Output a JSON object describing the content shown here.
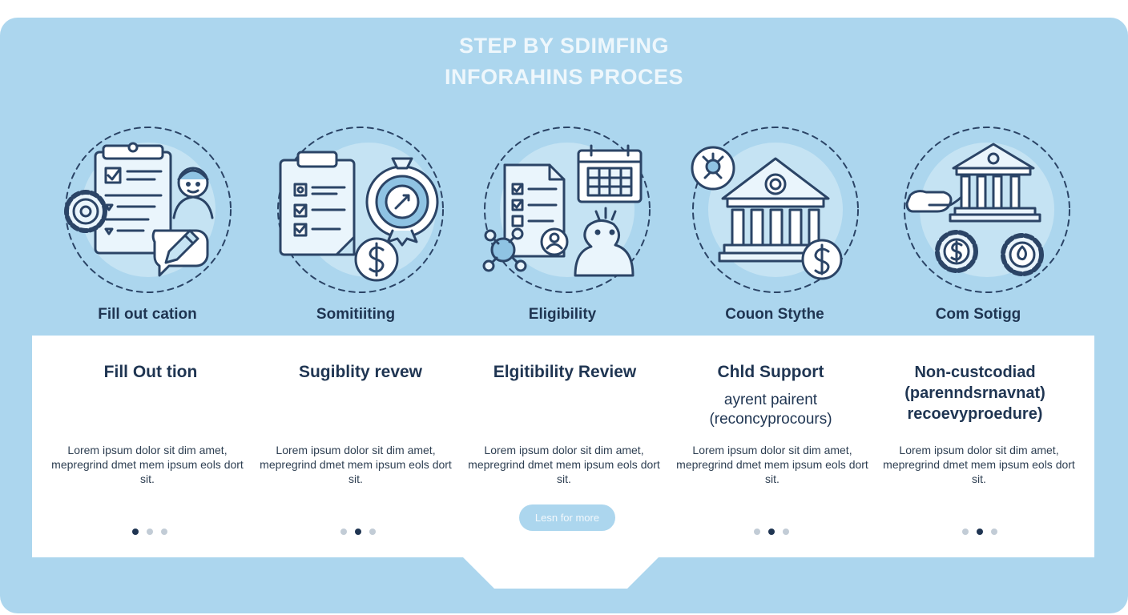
{
  "header": {
    "title_line1": "STEP BY SDIMFING",
    "title_line2": "INFORAHINS PROCES"
  },
  "colors": {
    "panel": "#acd6ee",
    "ink": "#1f3552",
    "title": "#eef7fc",
    "dot_active": "#1f3552",
    "dot_inactive": "#c2ccd6"
  },
  "steps": [
    {
      "label": "Fill out cation",
      "icon": "application-form-icon"
    },
    {
      "label": "Somitiiting",
      "icon": "submission-clipboard-icon"
    },
    {
      "label": "Eligibility",
      "icon": "eligibility-review-icon"
    },
    {
      "label": "Couon Stythe",
      "icon": "court-building-icon"
    },
    {
      "label": "Com Sotigg",
      "icon": "agency-collection-icon"
    }
  ],
  "columns": [
    {
      "title": "Fill Out tion",
      "subtitle": "",
      "body": "Lorem ipsum dolor sit dim amet, mepregrind dmet mem ipsum eols dort sit.",
      "dots_active": 0
    },
    {
      "title": "Sugiblity revew",
      "subtitle": "",
      "body": "Lorem ipsum dolor sit dim amet, mepregrind dmet mem ipsum eols dort sit.",
      "dots_active": 1
    },
    {
      "title": "Elgitibility Review",
      "subtitle": "",
      "body": "Lorem ipsum dolor sit dim amet, mepregrind dmet mem ipsum eols dort sit.",
      "dots_active": -1
    },
    {
      "title": "Chld Support",
      "subtitle": "ayrent pairent\n(reconcyprocours)",
      "body": "Lorem ipsum dolor sit dim amet, mepregrind dmet mem ipsum eols dort sit.",
      "dots_active": 1
    },
    {
      "title": "Non-custcodiad\n(parenndsrnavnat)\nrecoevyproedure)",
      "subtitle": "",
      "body": "Lorem ipsum dolor sit dim amet, mepregrind dmet mem ipsum eols dort sit.",
      "dots_active": 1
    }
  ],
  "cta": {
    "label": "Lesn for more"
  }
}
